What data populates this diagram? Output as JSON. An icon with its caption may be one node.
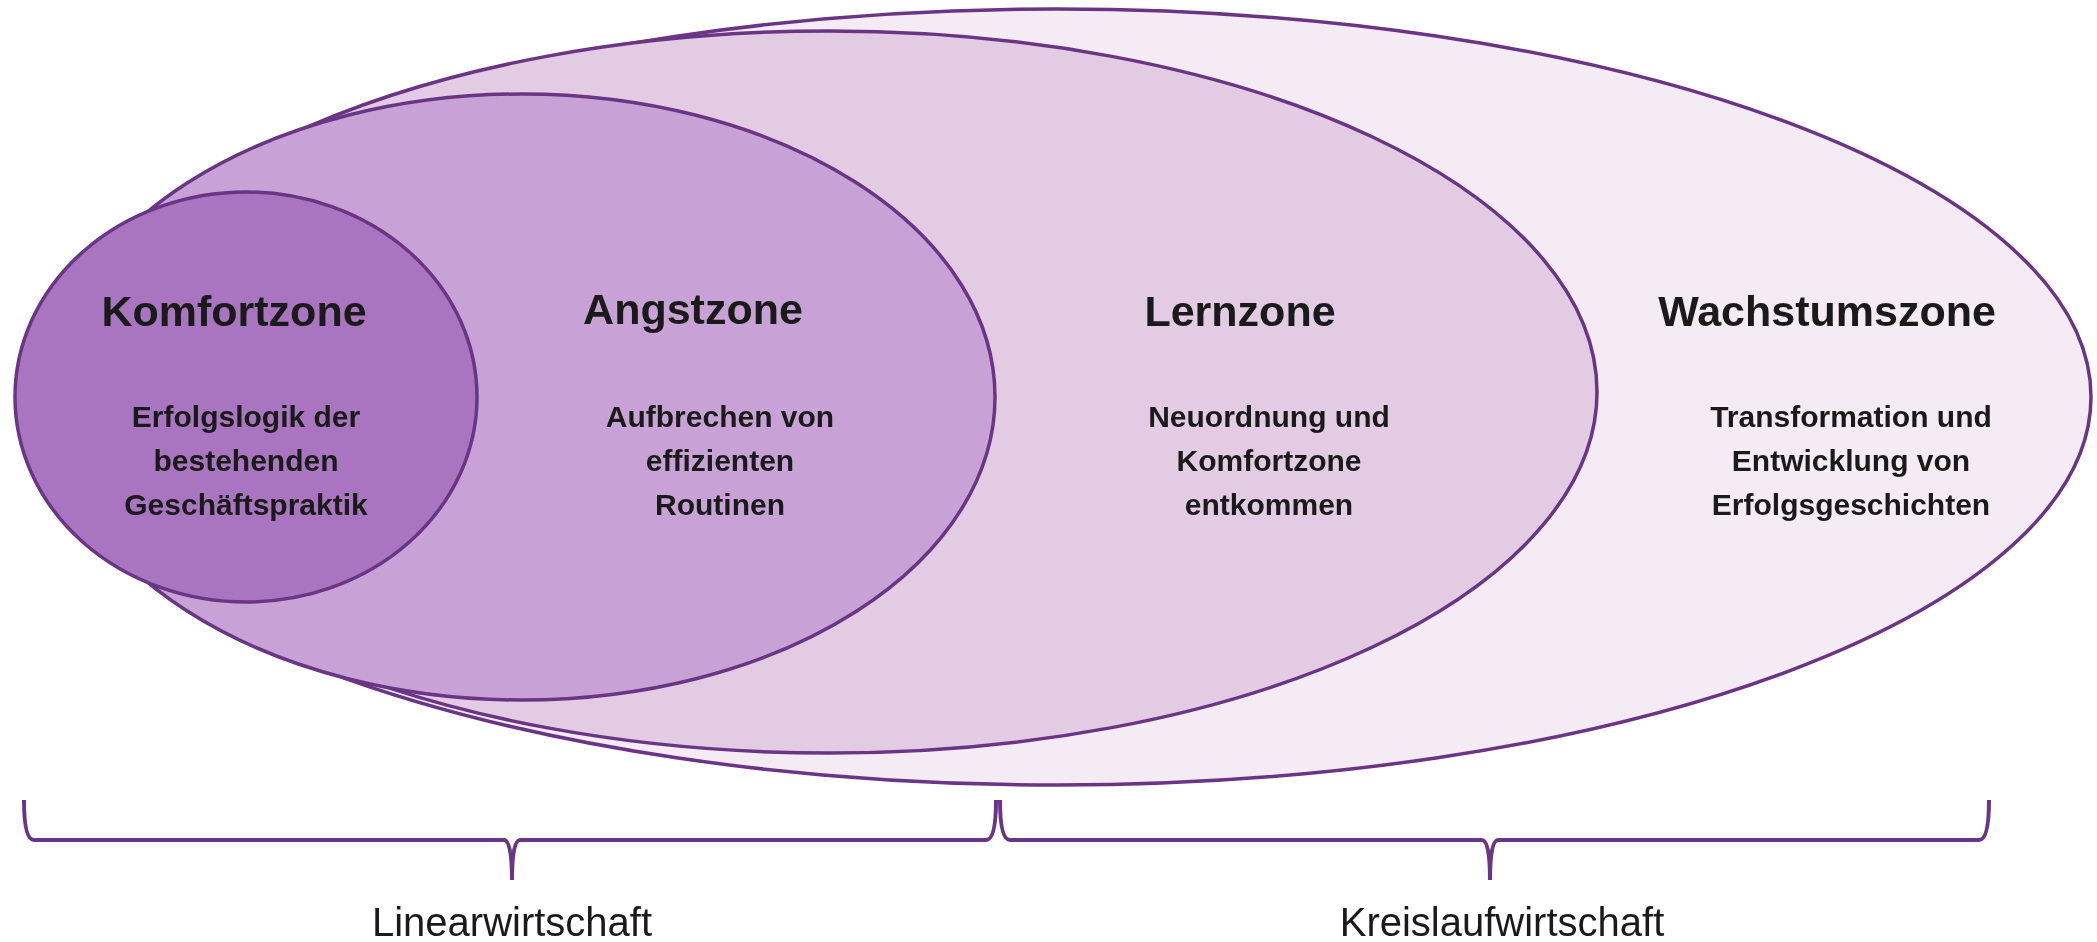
{
  "diagram": {
    "nodes": [
      {
        "text": [
          "Wachstumszone",
          "Transformation und Entwicklung von Erfolgsgeschichten"
        ]
      },
      {
        "text": [
          "Lernzone",
          "Neuordnung und Komfortzone entkommen"
        ],
        "in": 0
      },
      {
        "text": [
          "Angstzone",
          "Aufbrechen von effizienten Routinen"
        ],
        "in": 1
      },
      {
        "text": [
          "Komfortzone",
          "Erfolgslogik der bestehenden Geschäftspraktik"
        ],
        "in": 2
      }
    ],
    "edges": [],
    "labels": [
      "Linearwirtschaft",
      "Kreislaufwirtschaft"
    ]
  }
}
